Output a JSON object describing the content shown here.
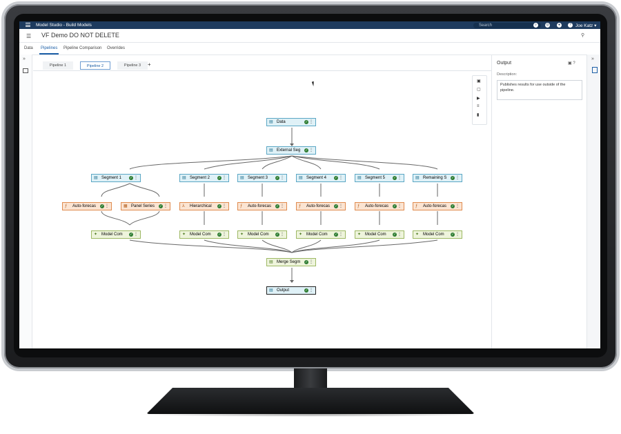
{
  "app": {
    "title": "Model Studio - Build Models",
    "search_placeholder": "Search",
    "user": "Joe Katz",
    "user_caret": "▾"
  },
  "project": {
    "name": "VF Demo DO NOT DELETE"
  },
  "nav_tabs": [
    {
      "label": "Data",
      "active": false
    },
    {
      "label": "Pipelines",
      "active": true
    },
    {
      "label": "Pipeline Comparison",
      "active": false
    },
    {
      "label": "Overrides",
      "active": false
    }
  ],
  "pipeline_tabs": [
    {
      "label": "Pipeline 1",
      "active": false
    },
    {
      "label": "Pipeline 2",
      "active": true
    },
    {
      "label": "Pipeline 3",
      "active": false
    }
  ],
  "add_tab_symbol": "+",
  "nodes": {
    "data": "Data",
    "external_seg": "External Seg",
    "segment_1": "Segment 1",
    "segment_2": "Segment 2",
    "segment_3": "Segment 3",
    "segment_4": "Segment 4",
    "segment_5": "Segment 5",
    "remaining": "Remaining S",
    "auto_1": "Auto-forecas",
    "panel_series": "Panel Series",
    "hierarchical": "Hierarchical",
    "auto_3": "Auto-forecas",
    "auto_4": "Auto-forecas",
    "auto_5": "Auto-forecas",
    "auto_6": "Auto-forecas",
    "mc_1": "Model Com",
    "mc_2": "Model Com",
    "mc_3": "Model Com",
    "mc_4": "Model Com",
    "mc_5": "Model Com",
    "mc_6": "Model Com",
    "merge": "Merge Segm",
    "output": "Output"
  },
  "node_menu_glyph": "⋮",
  "node_status_glyph": "✓",
  "right_panel": {
    "title": "Output",
    "description_label": "Description:",
    "description": "Publishes results for use outside of the pipeline."
  },
  "colors": {
    "header": "#1e3b5e",
    "accent": "#1b5ea6",
    "data_node": "#dff1f7",
    "model_node": "#fbe4d2",
    "postprocess_node": "#eef4dc",
    "status_ok": "#2e7d32"
  },
  "icons": {
    "menu": "hamburger-icon",
    "search": "search-icon",
    "help": "help-icon",
    "notifications": "bell-icon",
    "user": "user-icon",
    "collapse": "double-chevron-icon",
    "save": "save-icon",
    "run": "run-icon",
    "delete": "trash-icon"
  }
}
